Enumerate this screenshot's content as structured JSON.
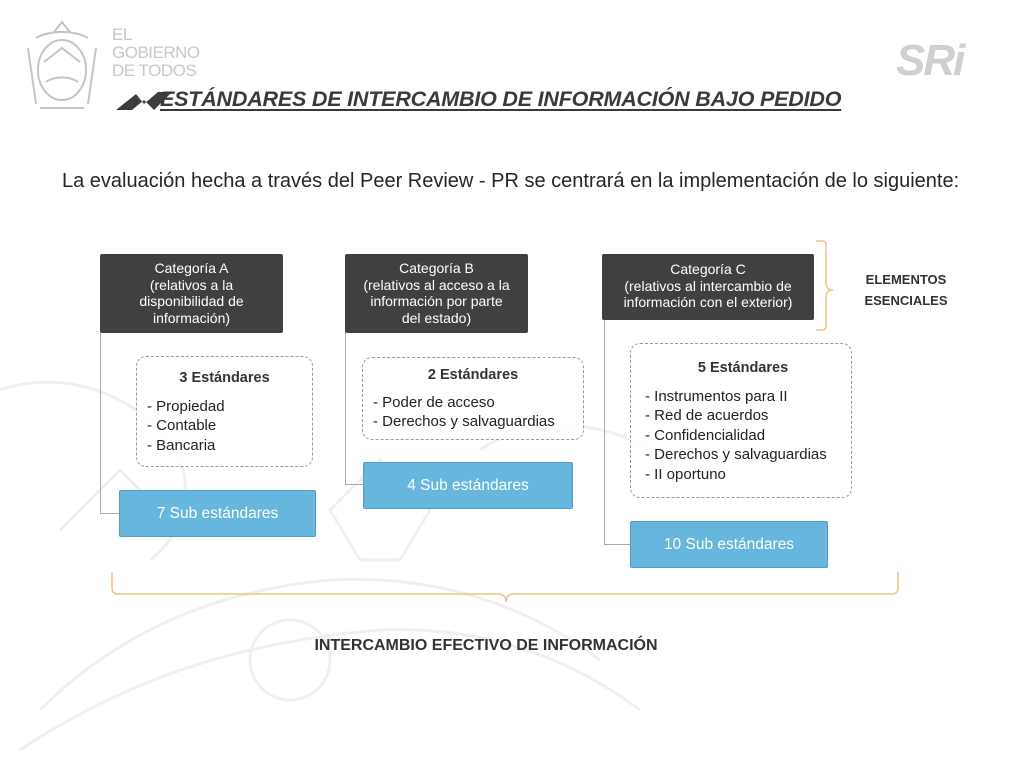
{
  "header": {
    "gov_text_lines": [
      "EL",
      "GOBIERNO",
      "DE TODOS"
    ],
    "sri_logo": "SRi",
    "title": "ESTÁNDARES DE INTERCAMBIO DE INFORMACIÓN BAJO PEDIDO"
  },
  "intro": "La evaluación hecha a través del Peer Review - PR se centrará en la implementación de lo siguiente:",
  "categories": [
    {
      "lines": [
        "Categoría A",
        "(relativos a la",
        "disponibilidad de",
        "información)"
      ],
      "standards_title": "3 Estándares",
      "standards": [
        "- Propiedad",
        "- Contable",
        "- Bancaria"
      ],
      "sub_label": "7 Sub estándares"
    },
    {
      "lines": [
        "Categoría B",
        "(relativos al acceso a la",
        "información por parte",
        "del estado)"
      ],
      "standards_title": "2 Estándares",
      "standards": [
        "- Poder de acceso",
        "- Derechos  y salvaguardias"
      ],
      "sub_label": "4 Sub estándares"
    },
    {
      "lines": [
        "Categoría C",
        "(relativos al intercambio de",
        "información con el exterior)"
      ],
      "standards_title": "5 Estándares",
      "standards": [
        "- Instrumentos para II",
        "- Red de acuerdos",
        "- Confidencialidad",
        "- Derechos y salvaguardias",
        "- II oportuno"
      ],
      "sub_label": "10 Sub estándares"
    }
  ],
  "elementos_lines": [
    "ELEMENTOS",
    "ESENCIALES"
  ],
  "bottom_label": "INTERCAMBIO EFECTIVO DE INFORMACIÓN",
  "colors": {
    "category_bg": "#404040",
    "sub_bg": "#67b6dd",
    "bracket": "#f0c48a"
  }
}
